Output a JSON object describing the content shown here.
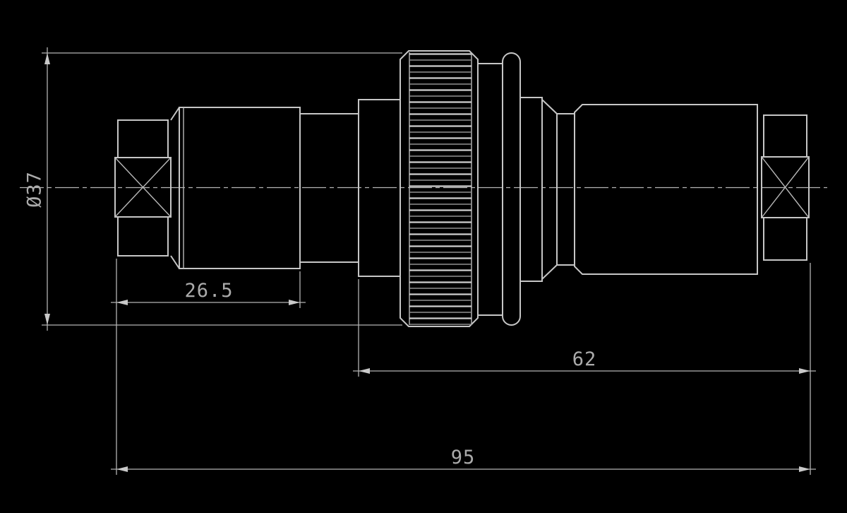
{
  "drawing": {
    "kind": "engineering-drawing-side-view",
    "background_color": "#000000",
    "line_color": "#c6c6c6",
    "dimension_line_color": "#b3b3b3",
    "text_color": "#ababab",
    "dimensions": {
      "diameter_label": "Ø37",
      "front_section_length": "26.5",
      "rear_body_length": "62",
      "overall_length": "95"
    }
  }
}
